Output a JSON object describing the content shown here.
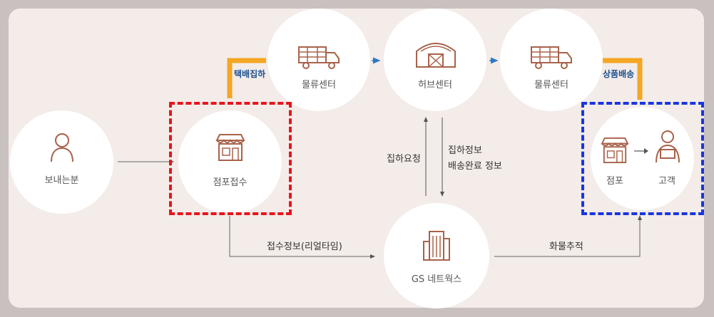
{
  "nodes": {
    "sender": "보내는분",
    "store_receive": "점포접수",
    "logistics_left": "물류센터",
    "hub": "허브센터",
    "logistics_right": "물류센터",
    "gs": "GS 네트웍스",
    "dest_store": "점포",
    "customer": "고객"
  },
  "edges": {
    "pickup": "택배집하",
    "delivery": "상품배송",
    "pickup_request": "집하요청",
    "pickup_info_1": "집하정보",
    "pickup_info_2": "배송완료 정보",
    "receipt_info": "접수정보(리얼타임)",
    "tracking": "화물추적"
  },
  "colors": {
    "icon": "#a8624a",
    "orange": "#f5a623",
    "red": "#e8141c",
    "blue": "#1a35e0",
    "arrow_blue": "#2a7bc4"
  }
}
